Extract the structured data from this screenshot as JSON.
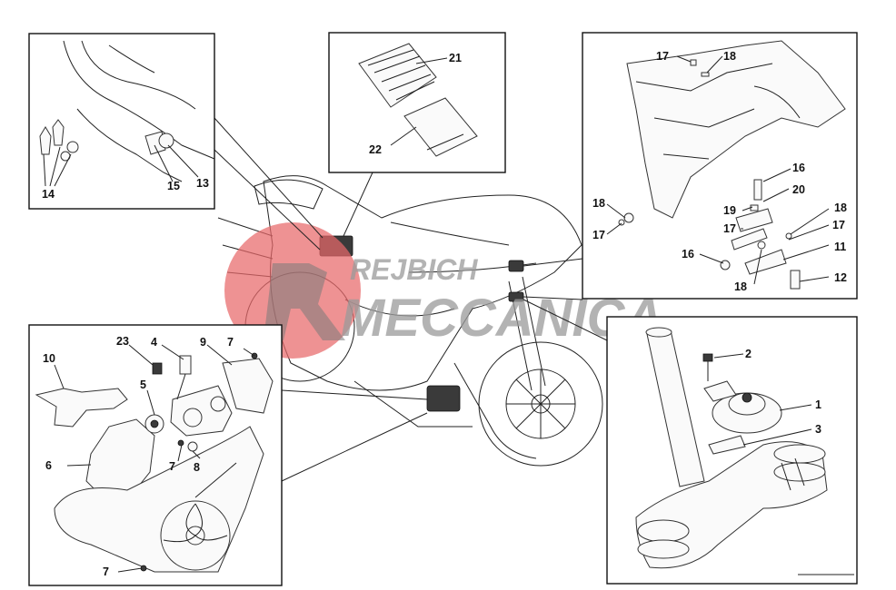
{
  "watermark": {
    "line1": "REJBICH",
    "line2": "MECCANICA",
    "circle_color": "#e8686a",
    "text_color": "#9a9a9a"
  },
  "labels": {
    "c1": "1",
    "c2": "2",
    "c3": "3",
    "c4": "4",
    "c5": "5",
    "c6": "6",
    "c7a": "7",
    "c7b": "7",
    "c7c": "7",
    "c8": "8",
    "c9": "9",
    "c10": "10",
    "c11": "11",
    "c12": "12",
    "c13": "13",
    "c14": "14",
    "c15": "15",
    "c16a": "16",
    "c16b": "16",
    "c17a": "17",
    "c17b": "17",
    "c17c": "17",
    "c17d": "17",
    "c18a": "18",
    "c18b": "18",
    "c18c": "18",
    "c18d": "18",
    "c19": "19",
    "c20": "20",
    "c21": "21",
    "c22": "22",
    "c23": "23"
  }
}
